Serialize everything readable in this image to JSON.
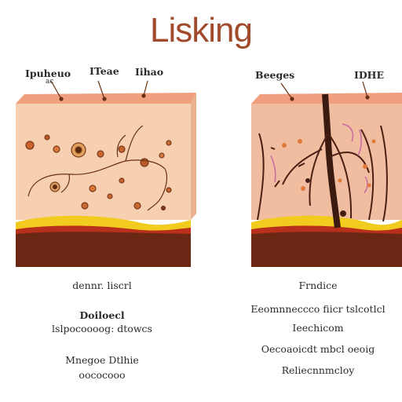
{
  "title": "Lisking",
  "colors": {
    "title": "#a24a2c",
    "skin_top": "#f0a07f",
    "skin": "#f7d0b2",
    "skin_right": "#f0bda0",
    "yellow_band": "#f1cc1e",
    "red_band": "#b8301b",
    "dermis": "#6a2814",
    "dermis_dark": "#4a170b",
    "lines": "#6a3015"
  },
  "left_panel": {
    "labels": [
      "Ipuheuo",
      "ITeae",
      "Iihao"
    ],
    "label_sublabel": "ac",
    "captions": {
      "line1": "dennr. liscrl",
      "line2": "Doiloecl",
      "line3": "lslpocoooog: dtowcs",
      "line4": "Mnegoe Dtlhie",
      "line5": "oococooo"
    }
  },
  "right_panel": {
    "labels": [
      "Beeges",
      "IDHE"
    ],
    "captions": {
      "line1": "Frndice",
      "line2": "Eeomnneccco fiicr tslcotlcl",
      "line3": "Ieechicom",
      "line4": "Oecoaoicdt mbcl oeoig",
      "line5": "Reliecnnmcloy"
    }
  }
}
